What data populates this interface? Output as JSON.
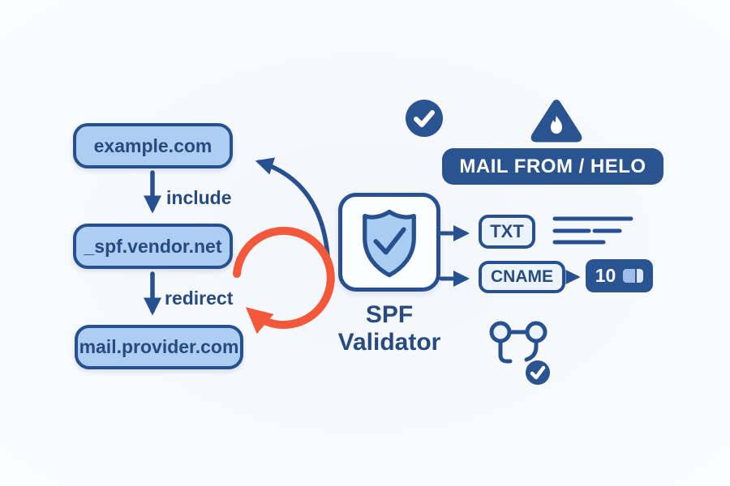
{
  "chain": {
    "nodes": [
      {
        "label": "example.com"
      },
      {
        "label": "_spf.vendor.net"
      },
      {
        "label": "mail.provider.com"
      }
    ],
    "edge_labels": [
      "include",
      "redirect"
    ]
  },
  "validator": {
    "label_line1": "SPF",
    "label_line2": "Validator",
    "icon": "shield-check"
  },
  "banner": {
    "label": "MAIL FROM / HELO"
  },
  "records": {
    "txt": {
      "label": "TXT"
    },
    "cname": {
      "label": "CNAME",
      "lookup_count": "10"
    }
  },
  "icons": {
    "top_status": "check-circle",
    "top_warning": "warning-flame-triangle",
    "loop": "redirect-loop-arrow",
    "graph": "dns-graph-check",
    "meter": "lookup-meter"
  },
  "colors": {
    "navy_border": "#26508f",
    "navy_text": "#274a80",
    "navy_solid": "#2a5391",
    "node_fill": "#aecdf2",
    "pale_fill": "#ebf3fc",
    "orange": "#f4583b",
    "background": "#f5f8fc",
    "white": "#ffffff"
  }
}
